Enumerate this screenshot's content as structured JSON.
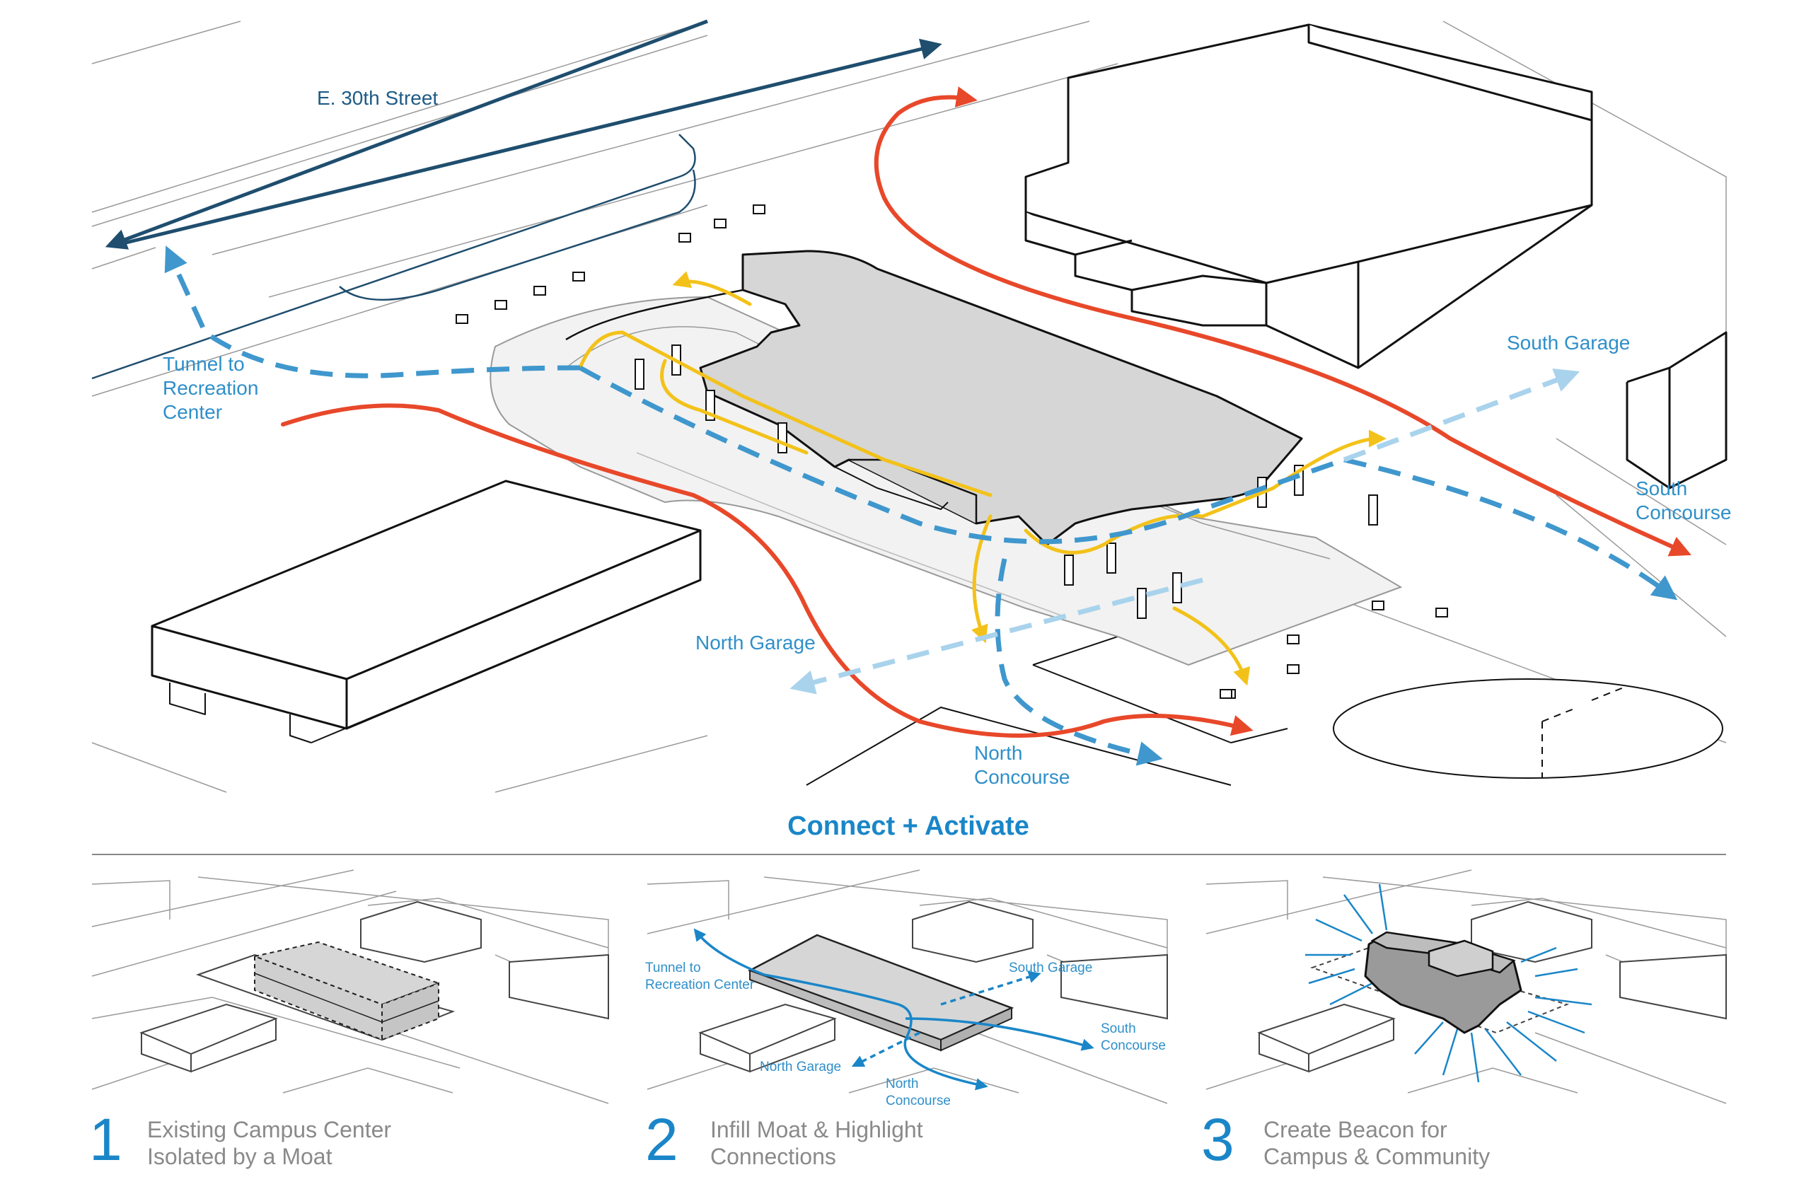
{
  "main_diagram": {
    "labels": {
      "street": "E. 30th Street",
      "tunnel": [
        "Tunnel to",
        "Recreation",
        "Center"
      ],
      "south_garage": "South Garage",
      "south_concourse": [
        "South",
        "Concourse"
      ],
      "north_garage": "North Garage",
      "north_concourse": [
        "North",
        "Concourse"
      ]
    }
  },
  "section_title": "Connect + Activate",
  "steps": [
    {
      "number": "1",
      "caption": [
        "Existing Campus Center",
        "Isolated by a Moat"
      ]
    },
    {
      "number": "2",
      "caption": [
        "Infill Moat & Highlight",
        "Connections"
      ],
      "labels": {
        "tunnel": [
          "Tunnel to",
          "Recreation Center"
        ],
        "south_garage": "South Garage",
        "south_concourse": [
          "South",
          "Concourse"
        ],
        "north_garage": "North Garage",
        "north_concourse": [
          "North",
          "Concourse"
        ]
      }
    },
    {
      "number": "3",
      "caption": [
        "Create Beacon for",
        "Campus & Community"
      ]
    }
  ],
  "colors": {
    "red": "#e8482a",
    "yellow": "#f3c21a",
    "blue": "#3f97cd",
    "light_blue": "#a9d3ec",
    "navy": "#1f4e6e",
    "title_blue": "#1a86c8",
    "building_fill": "#d6d6d6"
  }
}
